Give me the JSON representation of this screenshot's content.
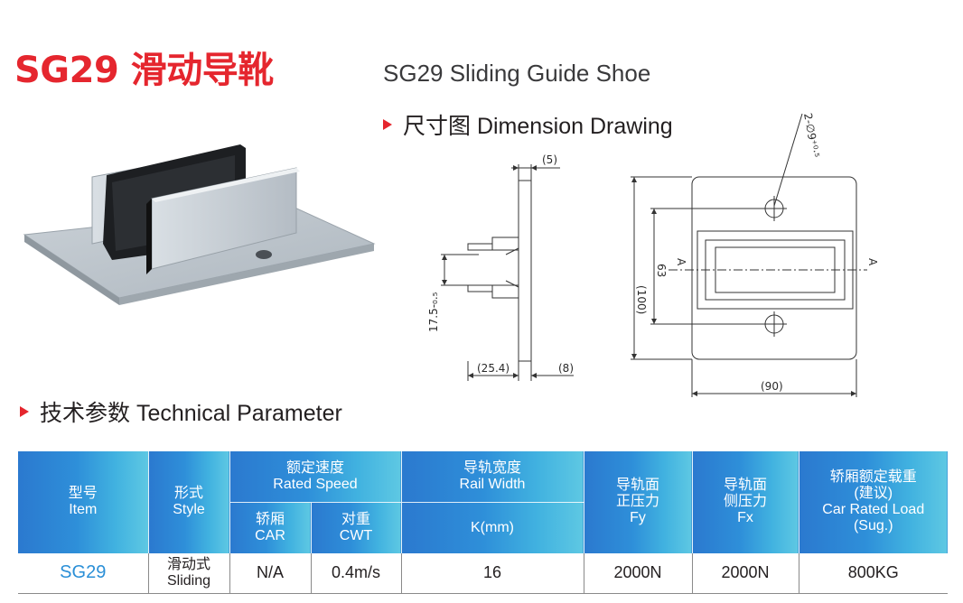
{
  "header": {
    "title_model": "SG29 滑动导靴",
    "title_en": "SG29 Sliding Guide Shoe"
  },
  "sections": {
    "dimension": "尺寸图 Dimension Drawing",
    "technical": "技术参数 Technical Parameter"
  },
  "drawing": {
    "dim_5": "(5)",
    "dim_17_5": "17.5-₀.₅",
    "dim_25_4": "(25.4)",
    "dim_8": "(8)",
    "dim_hole": "2-∅9⁺⁰·⁵",
    "dim_100": "(100)",
    "dim_63": "63",
    "dim_90": "(90)",
    "section_a_left": "A",
    "section_a_right": "A"
  },
  "table": {
    "headers": {
      "item_zh": "型号",
      "item_en": "Item",
      "style_zh": "形式",
      "style_en": "Style",
      "speed_zh": "额定速度",
      "speed_en": "Rated Speed",
      "car_zh": "轿厢",
      "car_en": "CAR",
      "cwt_zh": "对重",
      "cwt_en": "CWT",
      "rail_zh": "导轨宽度",
      "rail_en": "Rail Width",
      "rail_unit": "K(mm)",
      "fy_zh1": "导轨面",
      "fy_zh2": "正压力",
      "fy_en": "Fy",
      "fx_zh1": "导轨面",
      "fx_zh2": "侧压力",
      "fx_en": "Fx",
      "load_zh1": "轿厢额定载重",
      "load_zh2": "(建议)",
      "load_en1": "Car Rated Load",
      "load_en2": "(Sug.)"
    },
    "row": {
      "item": "SG29",
      "style_zh": "滑动式",
      "style_en": "Sliding",
      "car": "N/A",
      "cwt": "0.4m/s",
      "rail": "16",
      "fy": "2000N",
      "fx": "2000N",
      "load": "800KG"
    }
  },
  "colors": {
    "title_red": "#e5262e",
    "header_blue_start": "#2b79cf",
    "header_blue_end": "#5ec8e3",
    "model_blue": "#2a8fd7"
  }
}
